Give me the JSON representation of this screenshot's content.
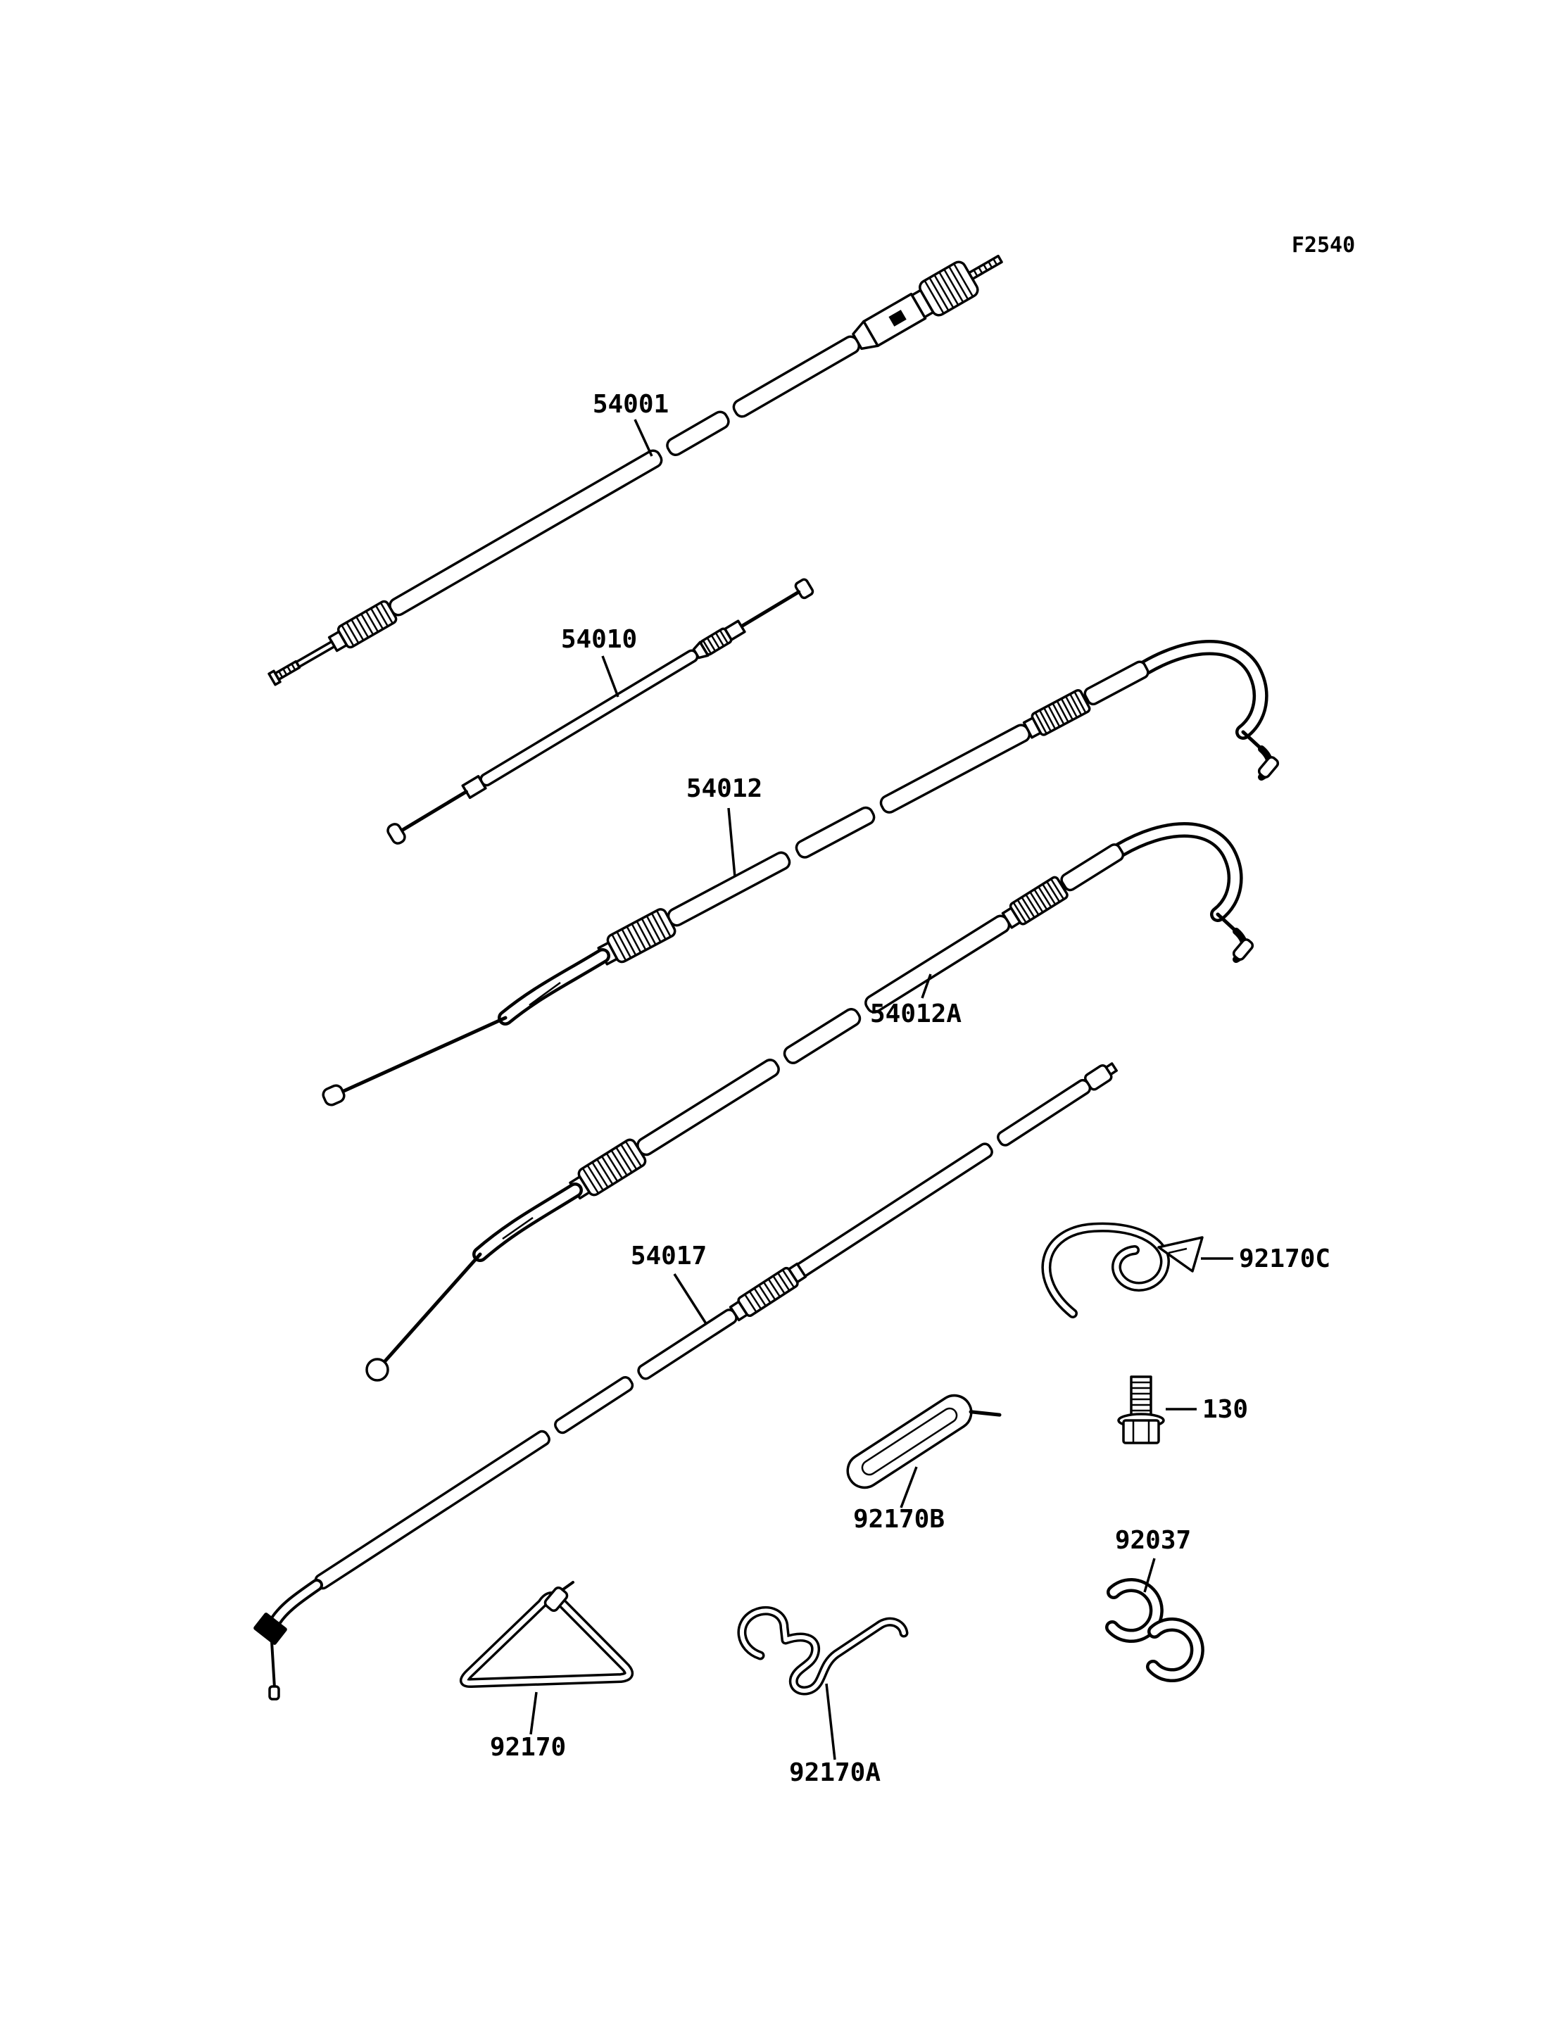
{
  "figure": {
    "code": "F2540"
  },
  "colors": {
    "ink": "#000000",
    "background": "#ffffff"
  },
  "parts": [
    {
      "label": "54001"
    },
    {
      "label": "54010"
    },
    {
      "label": "54012"
    },
    {
      "label": "54012A"
    },
    {
      "label": "54017"
    },
    {
      "label": "92170C"
    },
    {
      "label": "130"
    },
    {
      "label": "92170B"
    },
    {
      "label": "92037"
    },
    {
      "label": "92170"
    },
    {
      "label": "92170A"
    }
  ]
}
